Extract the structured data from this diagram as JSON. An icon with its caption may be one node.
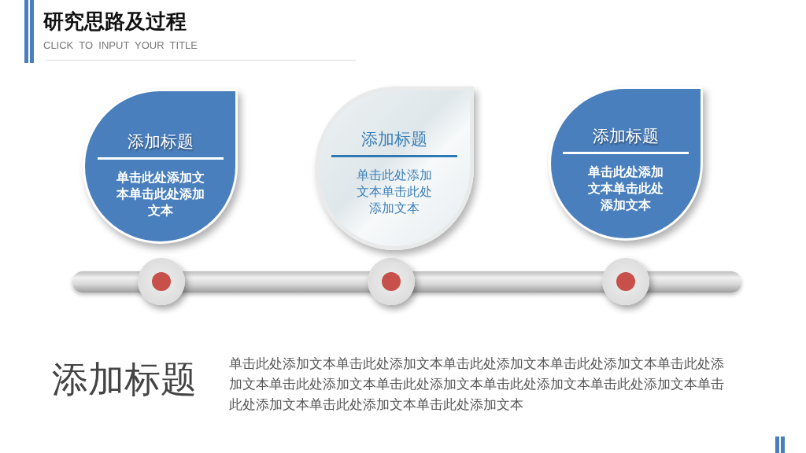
{
  "diagram": {
    "title": "研究思路及过程",
    "caption": "CLICK  TO  INPUT  YOUR  TITLE",
    "nodes": [
      {
        "text": [
          "添加标题",
          "单击此处添加文本单击此处添加文本"
        ]
      },
      {
        "text": [
          "添加标题",
          "单击此处添加文本单击此处添加文本"
        ]
      },
      {
        "text": [
          "添加标题",
          "单击此处添加文本单击此处添加文本"
        ]
      }
    ],
    "labels": [
      "添加标题",
      "单击此处添加文本单击此处添加文本单击此处添加文本单击此处添加文本单击此处添加文本单击此处添加文本单击此处添加文本单击此处添加文本单击此处添加文本单击此处添加文本单击此处添加文本单击此处添加文本"
    ]
  }
}
